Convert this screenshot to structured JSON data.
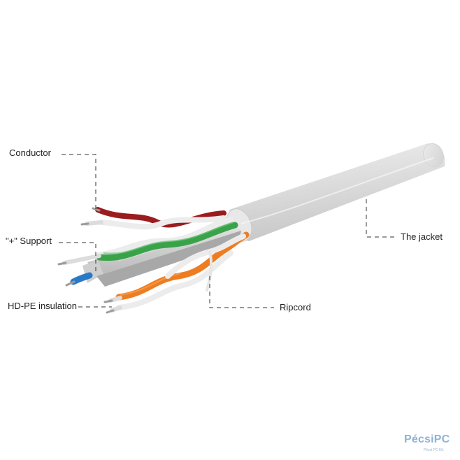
{
  "labels": {
    "conductor": "Conductor",
    "support": "\"+\" Support",
    "hdpe_insulation": "HD-PE insulation",
    "ripcord": "Ripcord",
    "jacket": "The jacket"
  },
  "logo": {
    "text": "PécsiPC",
    "tagline": "Pécsi PC Kft."
  },
  "colors": {
    "jacket": "#dcdcdc",
    "pair_red": "#9b1c1f",
    "pair_green": "#3aa34a",
    "pair_orange": "#ee7d22",
    "pair_blue": "#2a79c8",
    "white_wire": "#ececec",
    "leader_line": "#333333",
    "logo": "#8fb2d6"
  }
}
